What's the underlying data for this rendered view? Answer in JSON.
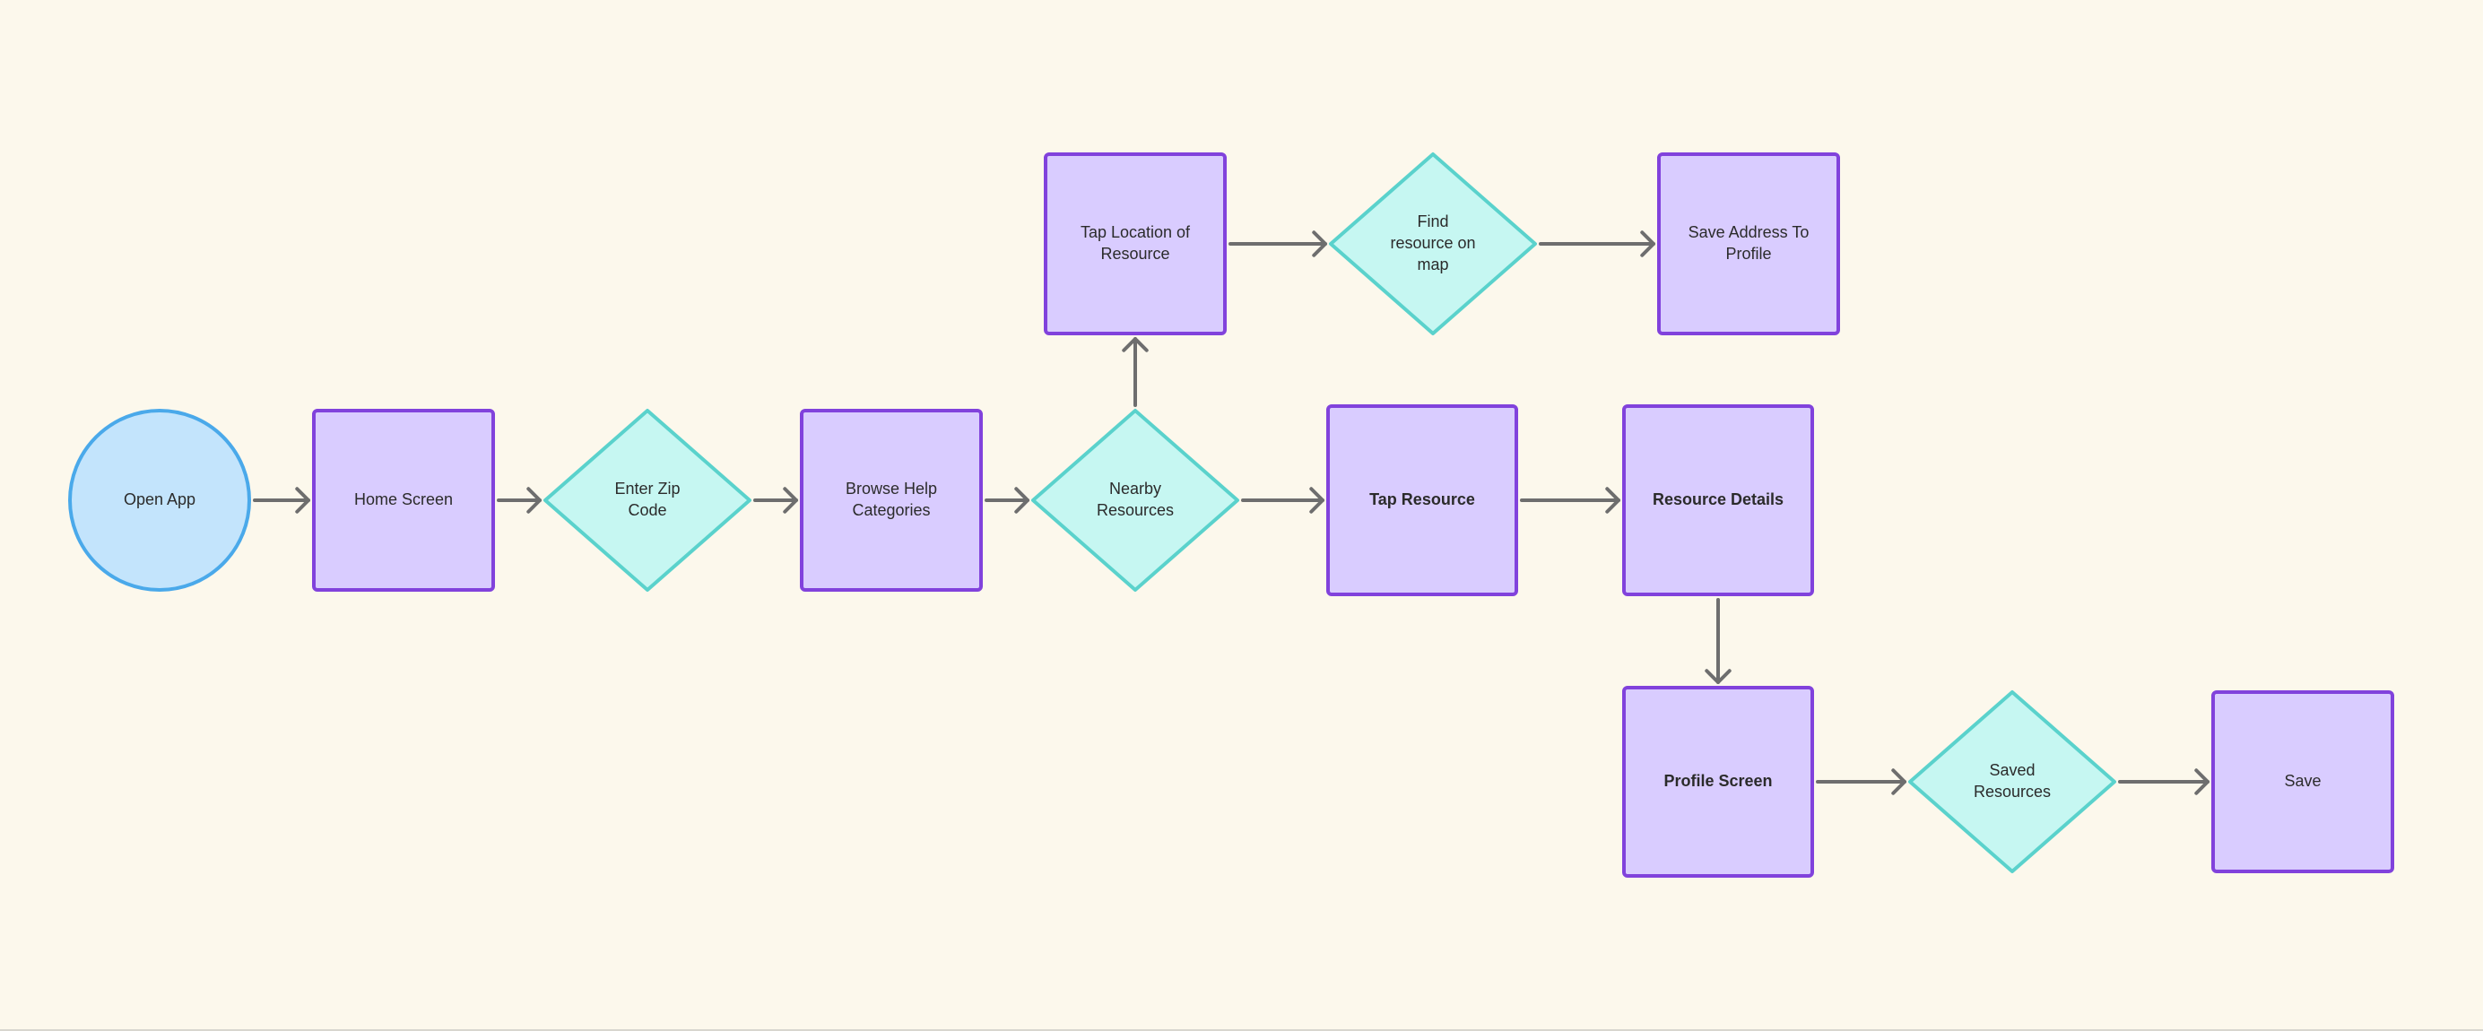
{
  "colors": {
    "background": "#fcf8ec",
    "process_fill": "#d9ccff",
    "process_stroke": "#8142dc",
    "decision_fill": "#c6f7f2",
    "decision_stroke": "#5ad2cc",
    "terminal_fill": "#c3e4fc",
    "terminal_stroke": "#4aa9ea",
    "arrow": "#6e6e6e"
  },
  "nodes": [
    {
      "id": "open-app",
      "shape": "terminal",
      "lines": [
        "Open App"
      ],
      "bold": false
    },
    {
      "id": "home-screen",
      "shape": "process",
      "lines": [
        "Home Screen"
      ],
      "bold": false
    },
    {
      "id": "enter-zip-code",
      "shape": "decision",
      "lines": [
        "Enter Zip",
        "Code"
      ],
      "bold": false
    },
    {
      "id": "browse-help-categories",
      "shape": "process",
      "lines": [
        "Browse Help",
        "Categories"
      ],
      "bold": false
    },
    {
      "id": "nearby-resources",
      "shape": "decision",
      "lines": [
        "Nearby",
        "Resources"
      ],
      "bold": false
    },
    {
      "id": "tap-location-of-resource",
      "shape": "process",
      "lines": [
        "Tap Location of",
        "Resource"
      ],
      "bold": false
    },
    {
      "id": "find-resource-on-map",
      "shape": "decision",
      "lines": [
        "Find",
        "resource on",
        "map"
      ],
      "bold": false
    },
    {
      "id": "save-address-to-profile",
      "shape": "process",
      "lines": [
        "Save Address To",
        "Profile"
      ],
      "bold": false
    },
    {
      "id": "tap-resource",
      "shape": "process",
      "lines": [
        "Tap Resource"
      ],
      "bold": true
    },
    {
      "id": "resource-details",
      "shape": "process",
      "lines": [
        "Resource Details"
      ],
      "bold": true
    },
    {
      "id": "profile-screen",
      "shape": "process",
      "lines": [
        "Profile Screen"
      ],
      "bold": true
    },
    {
      "id": "saved-resources",
      "shape": "decision",
      "lines": [
        "Saved",
        "Resources"
      ],
      "bold": false
    },
    {
      "id": "save",
      "shape": "process",
      "lines": [
        "Save"
      ],
      "bold": false
    }
  ],
  "edges": [
    {
      "from": "open-app",
      "to": "home-screen"
    },
    {
      "from": "home-screen",
      "to": "enter-zip-code"
    },
    {
      "from": "enter-zip-code",
      "to": "browse-help-categories"
    },
    {
      "from": "browse-help-categories",
      "to": "nearby-resources"
    },
    {
      "from": "nearby-resources",
      "to": "tap-location-of-resource"
    },
    {
      "from": "tap-location-of-resource",
      "to": "find-resource-on-map"
    },
    {
      "from": "find-resource-on-map",
      "to": "save-address-to-profile"
    },
    {
      "from": "nearby-resources",
      "to": "tap-resource"
    },
    {
      "from": "tap-resource",
      "to": "resource-details"
    },
    {
      "from": "resource-details",
      "to": "profile-screen"
    },
    {
      "from": "profile-screen",
      "to": "saved-resources"
    },
    {
      "from": "saved-resources",
      "to": "save"
    }
  ]
}
